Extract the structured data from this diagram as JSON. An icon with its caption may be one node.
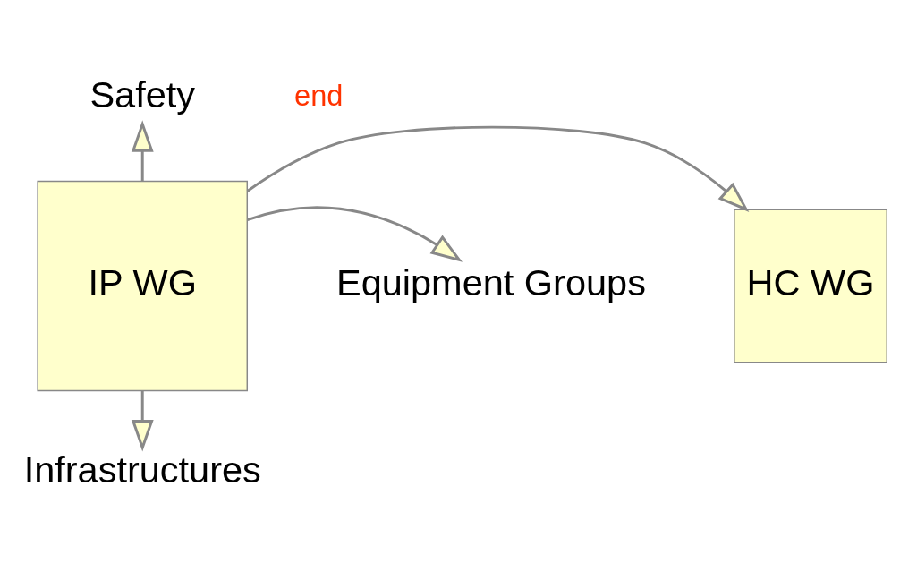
{
  "diagram": {
    "nodes": [
      {
        "text": [
          "Safety"
        ]
      },
      {
        "text": [
          "HC WG"
        ]
      },
      {
        "text": [
          "IP WG"
        ]
      },
      {
        "text": [
          "Equipment Groups"
        ]
      },
      {
        "text": [
          "Infrastructures"
        ]
      }
    ],
    "edges": [
      {
        "from": 2,
        "to": 0,
        "arrow": "to"
      },
      {
        "from": 2,
        "to": 1,
        "arrow": "to"
      },
      {
        "from": 2,
        "to": 3,
        "arrow": "to"
      },
      {
        "from": 2,
        "to": 4,
        "arrow": "to"
      }
    ],
    "labels": [
      "end"
    ]
  }
}
